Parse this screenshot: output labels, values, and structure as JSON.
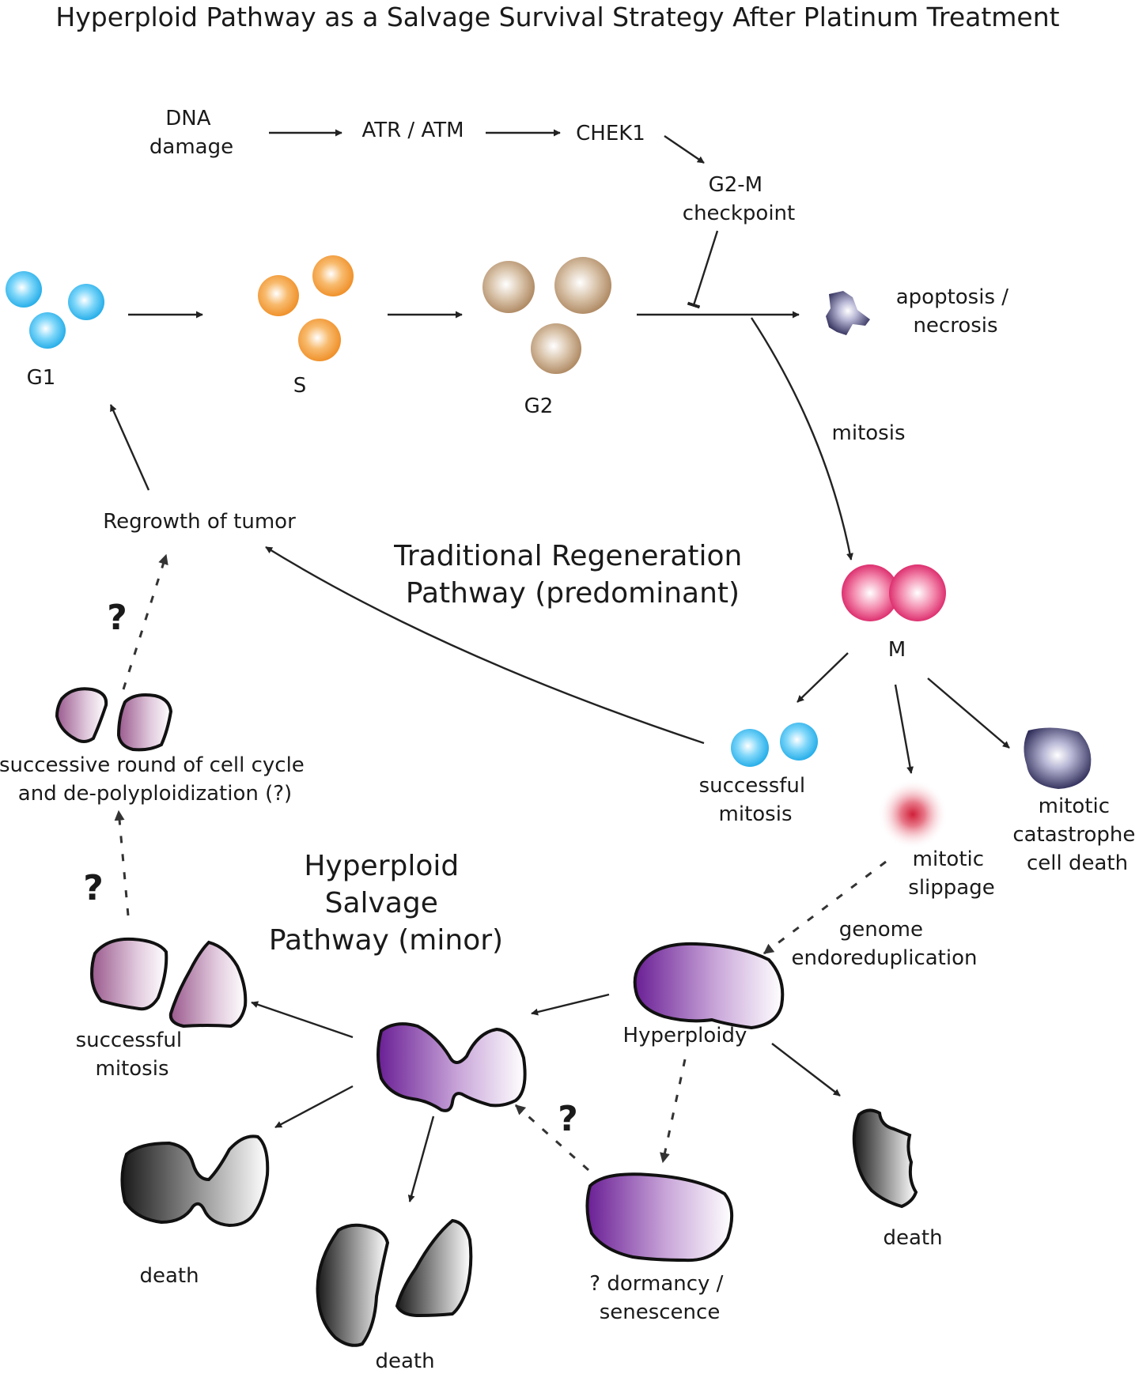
{
  "title": "Hyperploid Pathway as a Salvage Survival Strategy After Platinum Treatment",
  "signaling": {
    "dna_damage": [
      "DNA",
      "damage"
    ],
    "atr_atm": "ATR / ATM",
    "chek1": "CHEK1",
    "g2m_checkpoint": [
      "G2-M",
      "checkpoint"
    ]
  },
  "phases": {
    "g1": "G1",
    "s": "S",
    "g2": "G2",
    "m": "M"
  },
  "labels": {
    "apoptosis": [
      "apoptosis /",
      "necrosis"
    ],
    "mitosis": "mitosis",
    "regrowth": "Regrowth of tumor",
    "successful_mitosis_top": [
      "successful",
      "mitosis"
    ],
    "mitotic_catastrophe": [
      "mitotic",
      "catastrophe",
      "cell death"
    ],
    "mitotic_slippage": [
      "mitotic",
      "slippage"
    ],
    "endoreduplication": [
      "genome",
      "endoreduplication"
    ],
    "hyperploidy": "Hyperploidy",
    "successive_round": [
      "successive round of cell cycle",
      "and de-polyploidization (?)"
    ],
    "successful_mitosis_bottom": [
      "successful",
      "mitosis"
    ],
    "death": "death",
    "dormancy": [
      "? dormancy /",
      "senescence"
    ],
    "question": "?"
  },
  "pathways": {
    "traditional": [
      "Traditional Regeneration",
      "Pathway (predominant)"
    ],
    "hyperploid": [
      "Hyperploid",
      "Salvage",
      "Pathway (minor)"
    ]
  },
  "colors": {
    "g1": "#29b6f0",
    "s": "#f0922c",
    "g2": "#b48c64",
    "m": "#e0356e",
    "catastrophe": "#2e2c5c",
    "slippage": "#d0203a",
    "hyperploid": "#7a2c9e",
    "regrowth_cell": "#a8709a",
    "death": "#333333"
  }
}
